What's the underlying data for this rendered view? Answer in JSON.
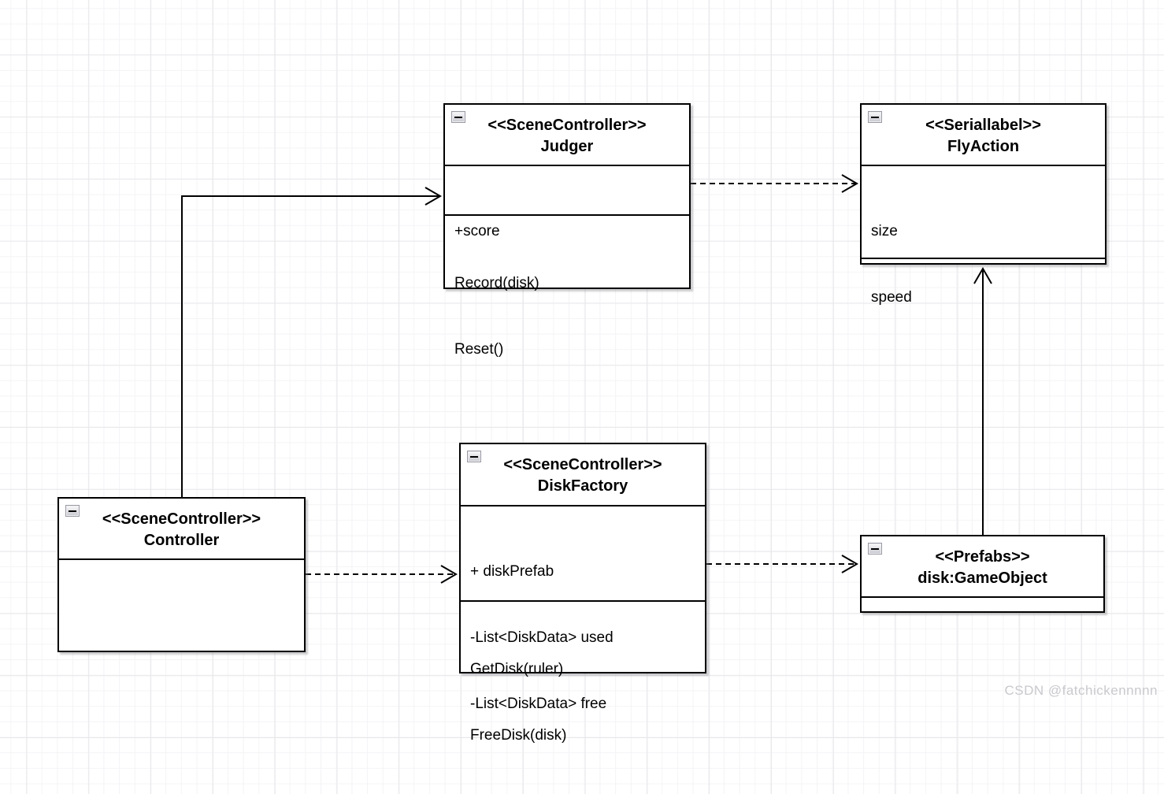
{
  "diagram": {
    "watermark": "CSDN @fatchickennnnn",
    "colors": {
      "box_border": "#000000",
      "box_fill": "#ffffff",
      "grid_minor": "#f4f4f6",
      "grid_major": "#e8e8eb",
      "watermark_text": "#c9c9ce"
    },
    "icons": {
      "collapse": "collapse-minus-icon"
    },
    "classes": [
      {
        "id": "judger",
        "stereotype": "<<SceneController>>",
        "name": "Judger",
        "attributes": [
          "+score"
        ],
        "methods": [
          "Record(disk)",
          "Reset()"
        ]
      },
      {
        "id": "flyaction",
        "stereotype": "<<Seriallabel>>",
        "name": "FlyAction",
        "attributes": [
          "size",
          "speed"
        ],
        "methods": []
      },
      {
        "id": "controller",
        "stereotype": "<<SceneController>>",
        "name": "Controller",
        "attributes": [],
        "methods": []
      },
      {
        "id": "diskfactory",
        "stereotype": "<<SceneController>>",
        "name": "DiskFactory",
        "attributes": [
          "+ diskPrefab",
          "-List<DiskData> used",
          "-List<DiskData> free"
        ],
        "methods": [
          "GetDisk(ruler)",
          "FreeDisk(disk)"
        ]
      },
      {
        "id": "prefabs",
        "stereotype": "<<Prefabs>>",
        "name": "disk:GameObject",
        "attributes": [],
        "methods": []
      }
    ],
    "relations": [
      {
        "from": "Controller",
        "to": "Judger",
        "line": "solid",
        "arrow": "open"
      },
      {
        "from": "Judger",
        "to": "FlyAction",
        "line": "dashed",
        "arrow": "open"
      },
      {
        "from": "Controller",
        "to": "DiskFactory",
        "line": "dashed",
        "arrow": "open"
      },
      {
        "from": "DiskFactory",
        "to": "disk:GameObject",
        "line": "dashed",
        "arrow": "open"
      },
      {
        "from": "disk:GameObject",
        "to": "FlyAction",
        "line": "solid",
        "arrow": "open"
      }
    ]
  }
}
